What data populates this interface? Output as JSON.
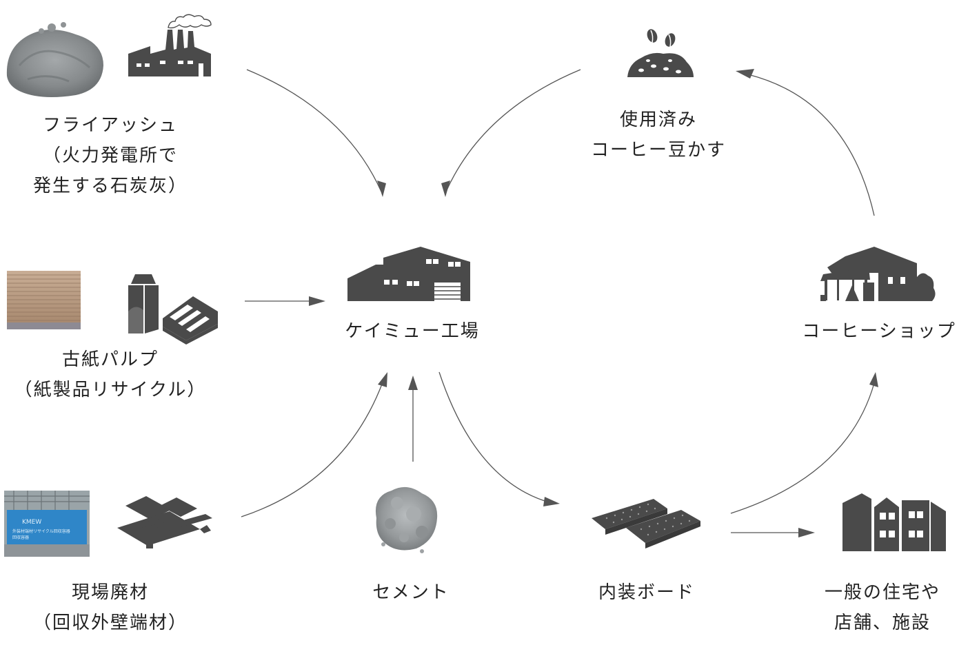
{
  "colors": {
    "icon": "#4a4a4a",
    "arrow": "#555555",
    "text": "#222222",
    "photo_gray": "#8c8f91"
  },
  "nodes": {
    "fly_ash": {
      "lines": [
        "フライアッシュ",
        "（火力発電所で",
        "発生する石炭灰）"
      ],
      "icons": [
        "ash-pile-photo",
        "power-plant-icon"
      ]
    },
    "paper_pulp": {
      "lines": [
        "古紙パルプ",
        "（紙製品リサイクル）"
      ],
      "icons": [
        "cardboard-stack-photo",
        "milk-carton-icon",
        "newspaper-icon"
      ]
    },
    "site_waste": {
      "lines": [
        "現場廃材",
        "（回収外壁端材）"
      ],
      "icons": [
        "waste-container-photo",
        "board-scraps-icon"
      ]
    },
    "cement": {
      "lines": [
        "セメント"
      ],
      "icons": [
        "cement-powder-photo"
      ]
    },
    "factory": {
      "lines": [
        "ケイミュー工場"
      ],
      "icons": [
        "factory-icon"
      ]
    },
    "board": {
      "lines": [
        "内装ボード"
      ],
      "icons": [
        "interior-board-icon"
      ]
    },
    "houses": {
      "lines": [
        "一般の住宅や",
        "店舗、施設"
      ],
      "icons": [
        "houses-icon"
      ]
    },
    "coffee_shop": {
      "lines": [
        "コーヒーショップ"
      ],
      "icons": [
        "coffee-shop-icon"
      ]
    },
    "coffee_grounds": {
      "lines": [
        "使用済み",
        "コーヒー豆かす"
      ],
      "icons": [
        "coffee-grounds-icon"
      ]
    }
  },
  "container_text": {
    "brand": "KMEW",
    "line1": "外装材端材リサイクル回収容器",
    "line2": "回収容器"
  }
}
